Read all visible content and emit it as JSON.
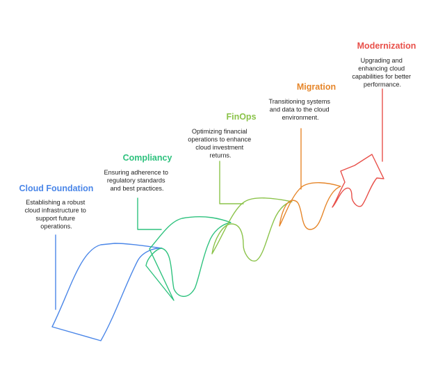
{
  "stages": [
    {
      "title": "Cloud Foundation",
      "description": [
        "Establishing a robust",
        "cloud infrastructure to",
        "support future",
        "operations."
      ],
      "color": "#4a86e8"
    },
    {
      "title": "Compliancy",
      "description": [
        "Ensuring adherence to",
        "regulatory standards",
        "and best practices."
      ],
      "color": "#2ec27e"
    },
    {
      "title": "FinOps",
      "description": [
        "Optimizing financial",
        "operations to enhance",
        "cloud investment",
        "returns."
      ],
      "color": "#8bc34a"
    },
    {
      "title": "Migration",
      "description": [
        "Transitioning systems",
        "and data to the cloud",
        "environment."
      ],
      "color": "#e6862a"
    },
    {
      "title": "Modernization",
      "description": [
        "Upgrading and",
        "enhancing cloud",
        "capabilities for better",
        "performance."
      ],
      "color": "#e8504a"
    }
  ]
}
